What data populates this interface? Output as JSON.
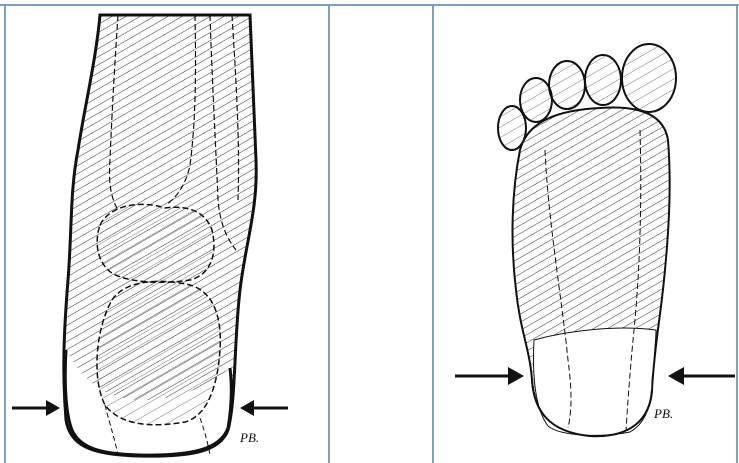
{
  "colors": {
    "table_border": "#7f9dc1",
    "ink": "#111111",
    "hatch": "#333333"
  },
  "panels": [
    {
      "name": "ankle-rear-view",
      "signature": "PB."
    },
    {
      "name": "blank-middle-cell"
    },
    {
      "name": "foot-sole-view",
      "signature": "PB."
    }
  ]
}
